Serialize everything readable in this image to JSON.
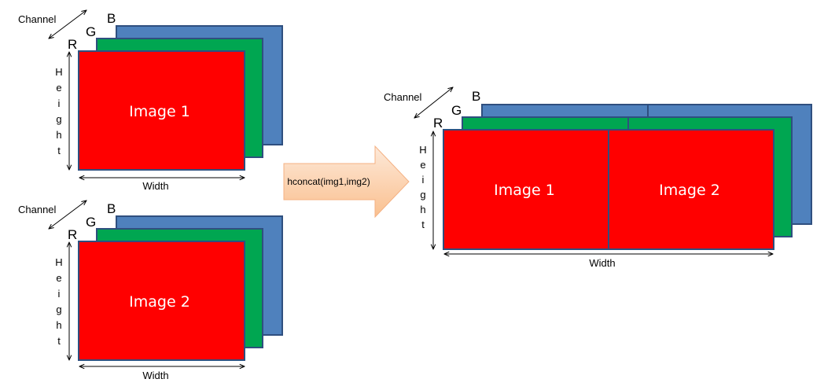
{
  "colors": {
    "red": "#ff0000",
    "green": "#00a651",
    "blue": "#4f81bd",
    "border": "#2f4f7f",
    "arrow_light": "#fde9d9",
    "arrow_dark": "#fac08f"
  },
  "labels": {
    "channel": "Channel",
    "width": "Width",
    "height": "Height",
    "channel_r": "R",
    "channel_g": "G",
    "channel_b": "B"
  },
  "inputs": [
    {
      "name": "Image 1"
    },
    {
      "name": "Image 2"
    }
  ],
  "operation": "hconcat(img1,img2)",
  "output": {
    "left_name": "Image 1",
    "right_name": "Image 2"
  }
}
